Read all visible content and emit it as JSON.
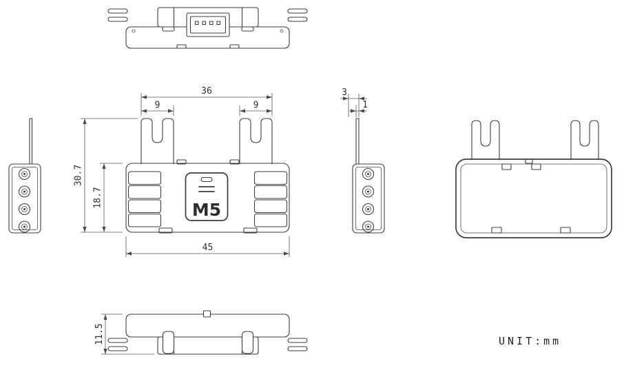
{
  "drawing": {
    "logo": "M5",
    "unit_label": "UNIT:mm",
    "line_color": "#3c3c3c",
    "dim_color": "#4a4a4a",
    "dims": {
      "fork_span": "36",
      "fork_width_left": "9",
      "fork_width_right": "9",
      "overall_height": "30.7",
      "body_height": "18.7",
      "body_width": "45",
      "side_offset": "3",
      "pin_thickness": "1",
      "base_height": "11.5"
    }
  }
}
